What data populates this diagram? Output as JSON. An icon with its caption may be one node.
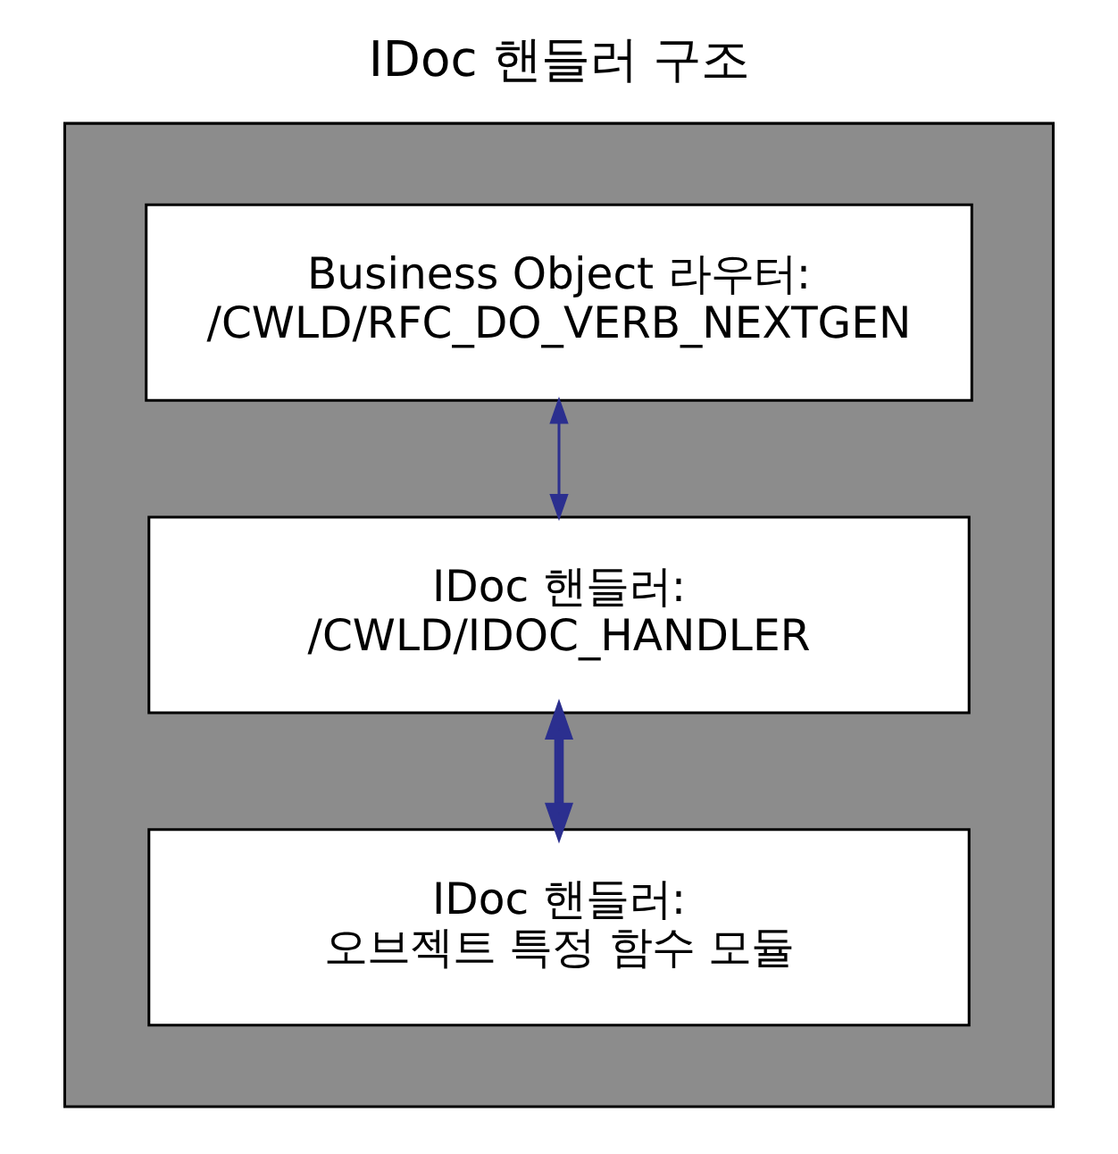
{
  "diagram": {
    "title": "IDoc 핸들러 구조",
    "nodes": [
      {
        "text": [],
        "shape": "box"
      },
      {
        "text": [
          "Business Object 라우터:",
          "/CWLD/RFC_DO_VERB_NEXTGEN"
        ],
        "in": 0
      },
      {
        "text": [
          "IDoc 핸들러:",
          "/CWLD/IDOC_HANDLER"
        ],
        "in": 0
      },
      {
        "text": [
          "IDoc 핸들러:",
          "오브젝트 특정 함수 모듈"
        ],
        "in": 0
      }
    ],
    "edges": [
      {
        "from": 1,
        "to": 2,
        "arrow": "both"
      },
      {
        "from": 2,
        "to": 3,
        "arrow": "both",
        "style": "thick"
      }
    ]
  }
}
